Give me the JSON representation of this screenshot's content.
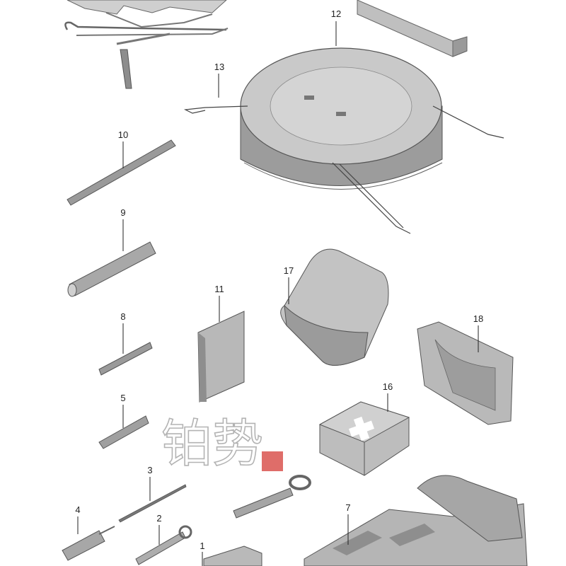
{
  "callouts": {
    "p1": "1",
    "p2": "2",
    "p3": "3",
    "p4": "4",
    "p5": "5",
    "p7": "7",
    "p8": "8",
    "p9": "9",
    "p10": "10",
    "p11": "11",
    "p12": "12",
    "p13": "13",
    "p16": "16",
    "p17": "17",
    "p18": "18"
  },
  "watermark": {
    "text": "铂势"
  },
  "colors": {
    "part_fill": "#bdbdbd",
    "part_dark": "#8f8f8f",
    "part_light": "#d6d6d6",
    "outline": "#5a5a5a",
    "watermark_accent": "#d9534f"
  }
}
